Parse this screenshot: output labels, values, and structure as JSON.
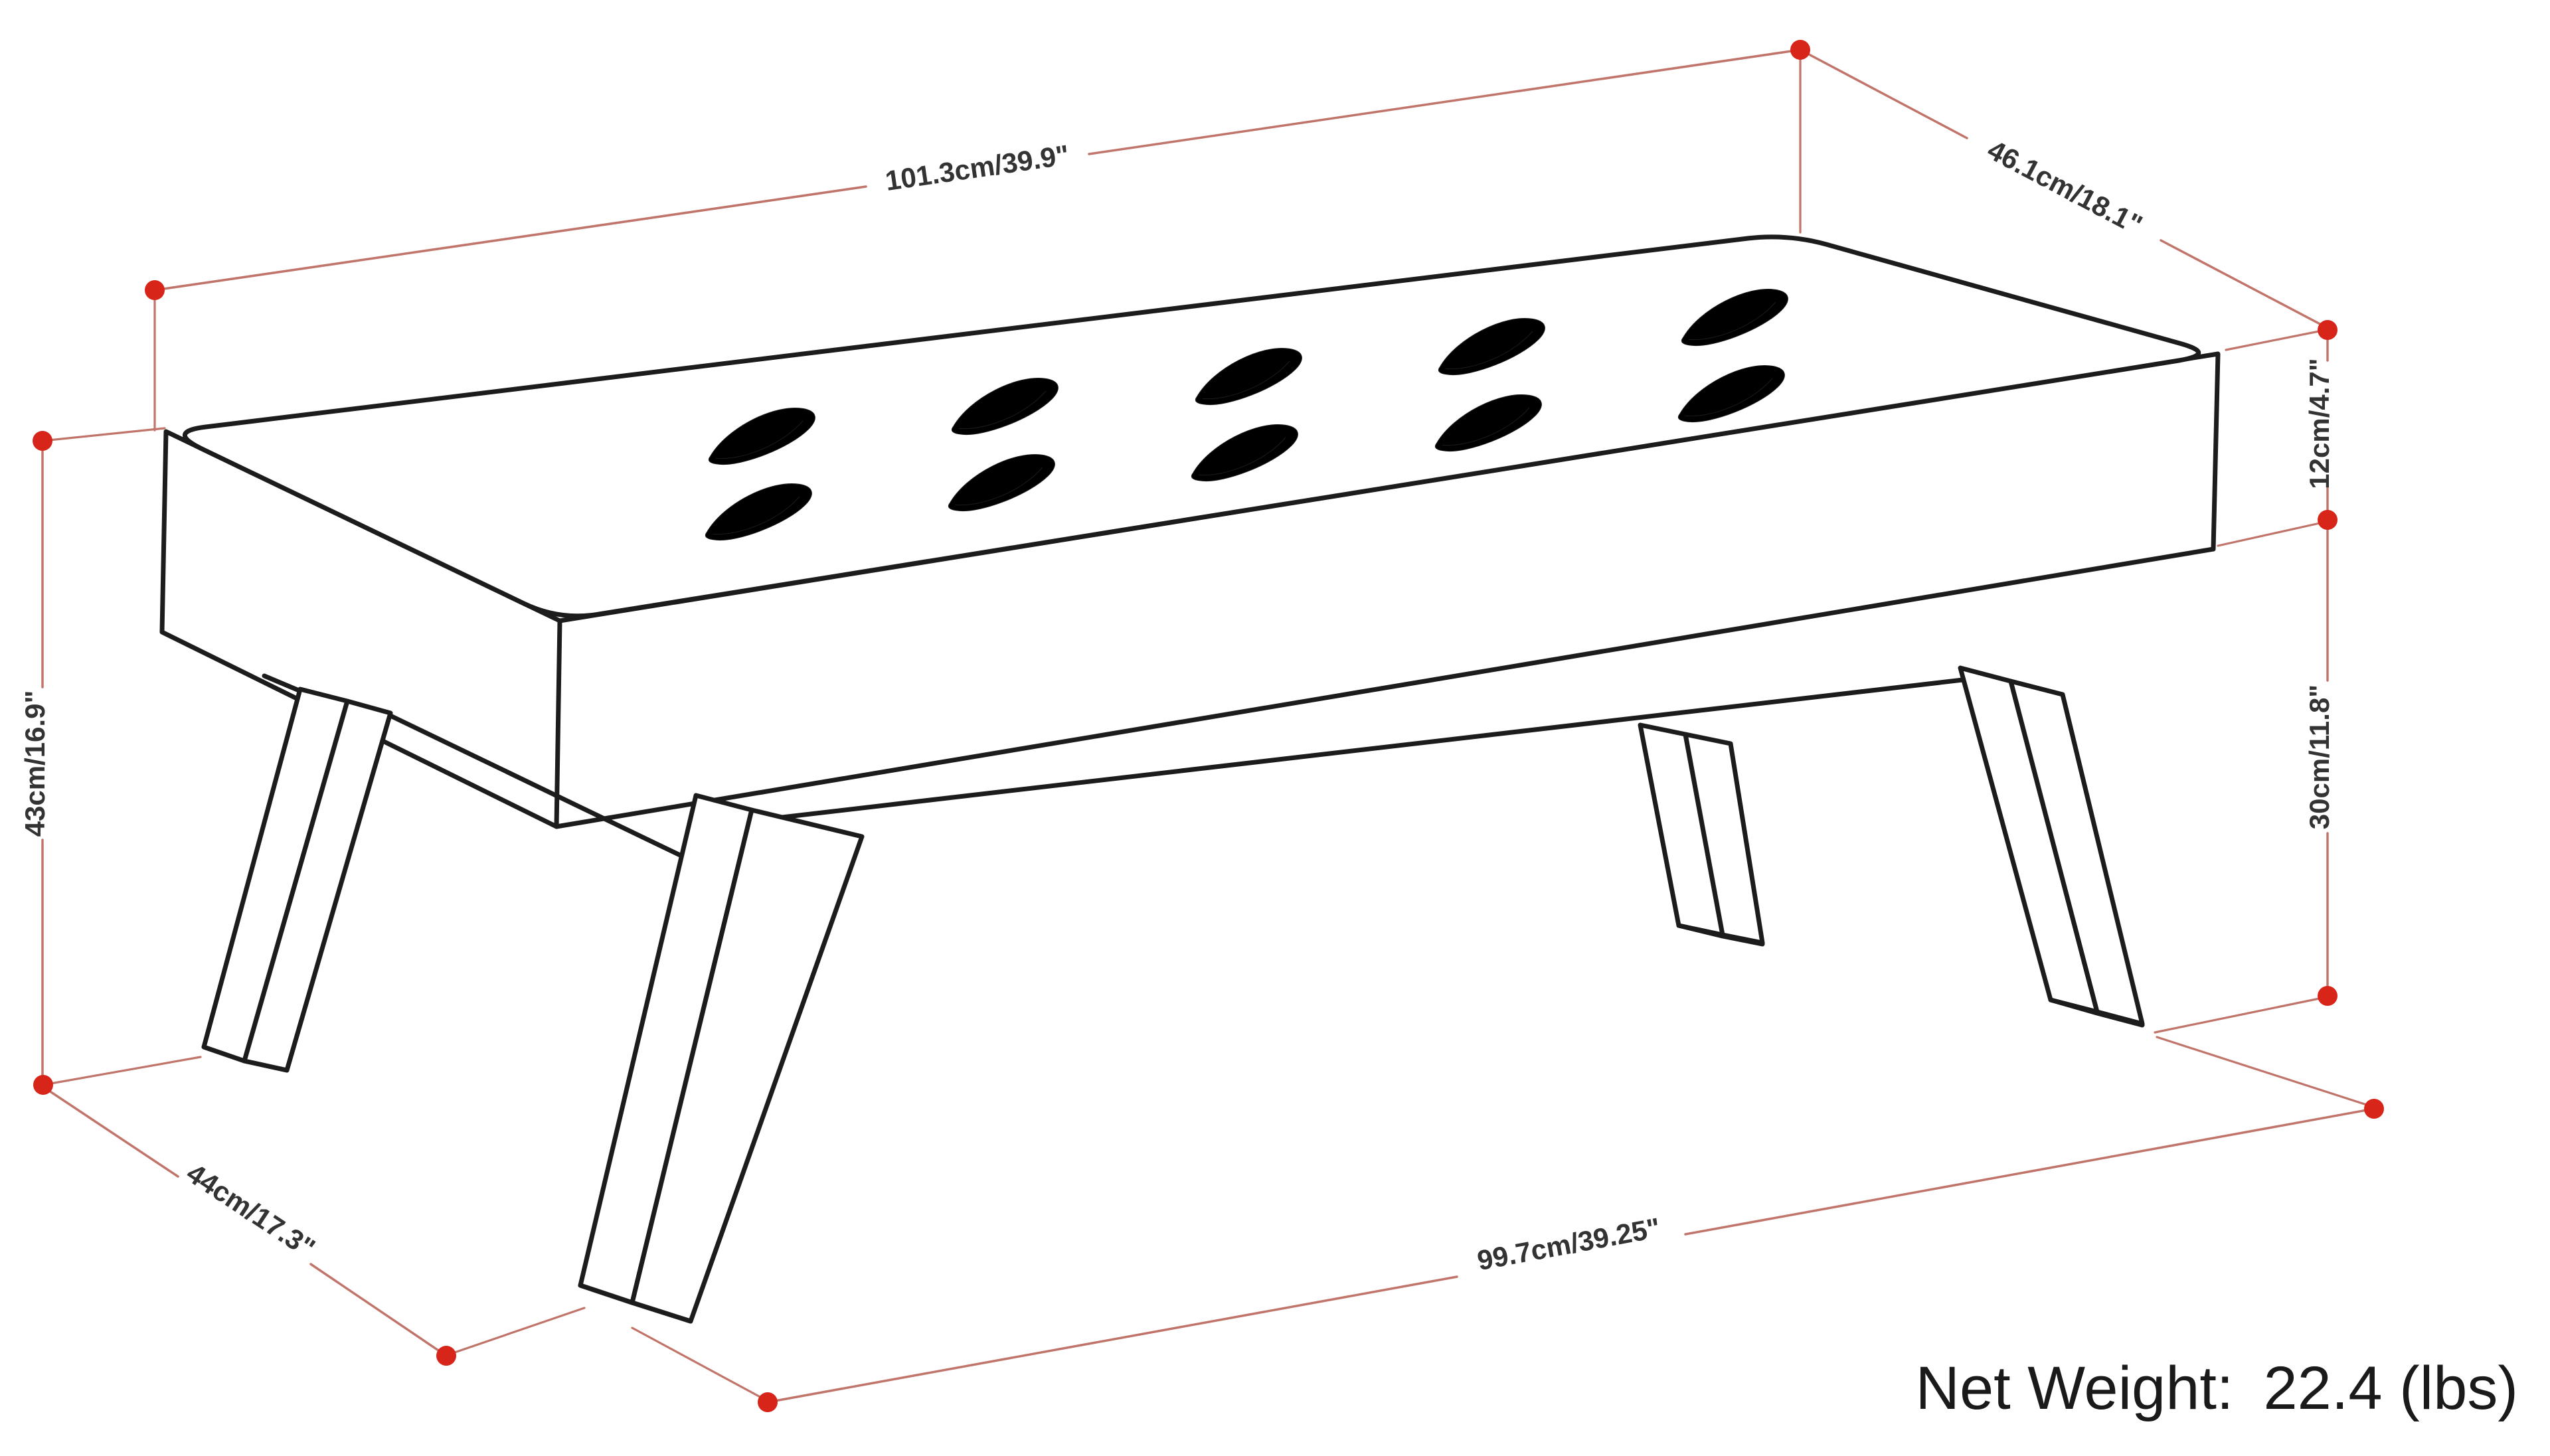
{
  "diagram": {
    "type": "product-dimension-diagram",
    "subject": "tufted-ottoman-bench",
    "dimensions": {
      "top_width": {
        "label": "101.3cm/39.9\""
      },
      "top_depth": {
        "label": "46.1cm/18.1\""
      },
      "cushion_thickness": {
        "label": "12cm/4.7\""
      },
      "leg_height": {
        "label": "30cm/11.8\""
      },
      "overall_height": {
        "label": "43cm/16.9\""
      },
      "base_depth": {
        "label": "44cm/17.3\""
      },
      "base_width": {
        "label": "99.7cm/39.25\""
      }
    },
    "net_weight": {
      "label": "Net Weight:",
      "value": "22.4 (lbs)"
    },
    "colors": {
      "dimension_line": "#c1746a",
      "endpoint_dot": "#d8251a",
      "outline": "#1c1c1c",
      "label_text": "#333333",
      "weight_text": "#1a1a1a"
    }
  }
}
